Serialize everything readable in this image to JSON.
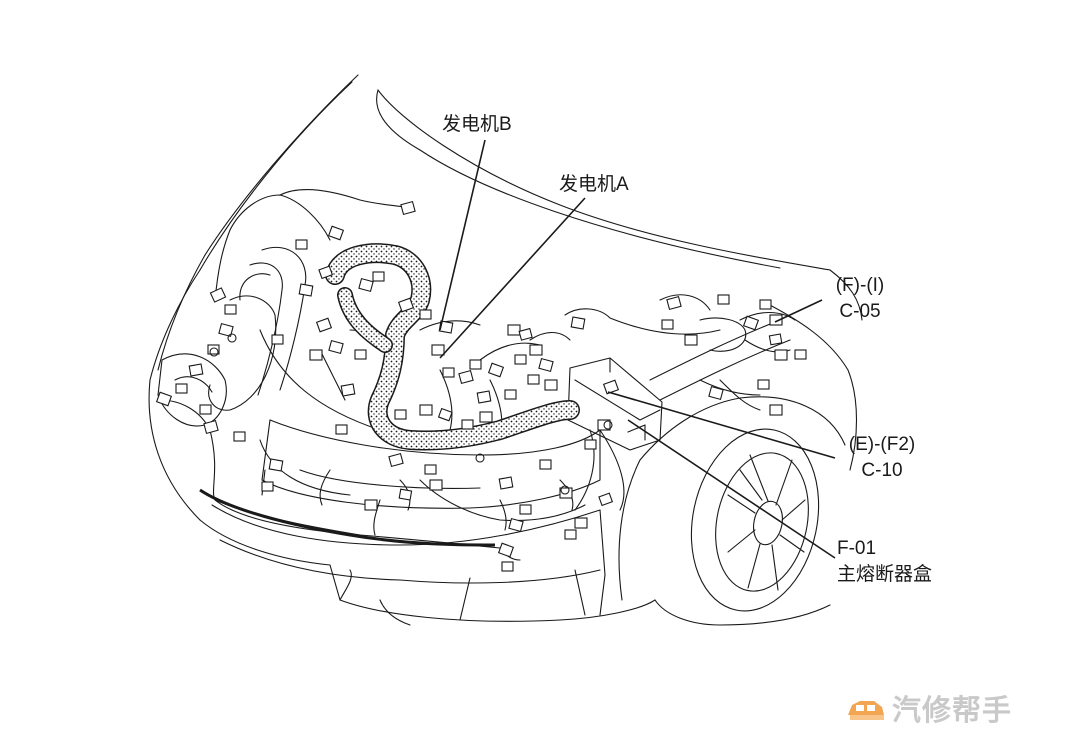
{
  "labels": {
    "generator_b": "发电机B",
    "generator_a": "发电机A",
    "f_i": "(F)-(I)",
    "c05": "C-05",
    "e_f2": "(E)-(F2)",
    "c10": "C-10",
    "f01": "F-01",
    "main_fuse_box": "主熔断器盒"
  },
  "watermark": {
    "text": "汽修帮手",
    "icon": "car-logo-icon",
    "color": "#c9c9c9",
    "icon_color": "#f2a654"
  },
  "colors": {
    "line": "#1a1a1a",
    "background": "#ffffff"
  }
}
